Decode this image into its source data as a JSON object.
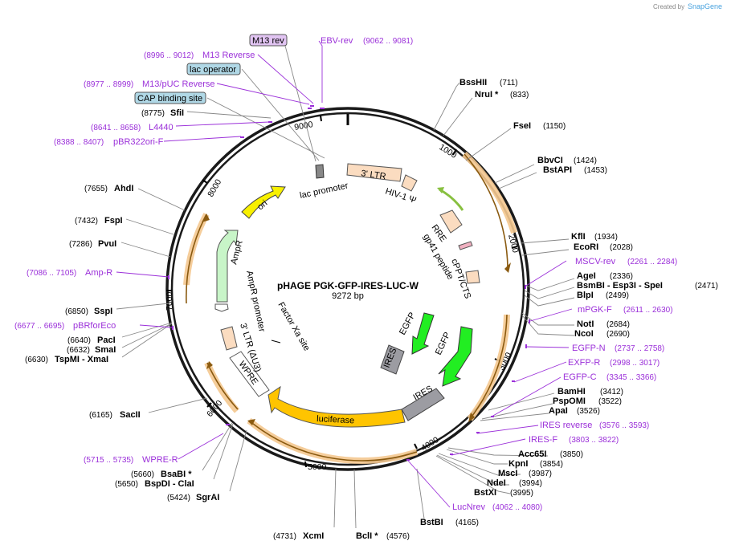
{
  "credit": {
    "prefix": "Created by",
    "brand": "SnapGene"
  },
  "plasmid": {
    "name": "pHAGE PGK-GFP-IRES-LUC-W",
    "size_label": "9272 bp"
  },
  "colors": {
    "backbone": "#1a1a1a",
    "primer": "#9b30d9",
    "feature_glow": "#f4c890"
  },
  "ticks": [
    "1000",
    "2000",
    "3000",
    "4000",
    "5000",
    "6000",
    "7000",
    "8000",
    "9000"
  ],
  "enzymes": [
    {
      "name": "BssHII",
      "pos": "(711)"
    },
    {
      "name": "NruI *",
      "pos": "(833)"
    },
    {
      "name": "FseI",
      "pos": "(1150)"
    },
    {
      "name": "BbvCI",
      "pos": "(1424)"
    },
    {
      "name": "BstAPI",
      "pos": "(1453)"
    },
    {
      "name": "KflI",
      "pos": "(1934)"
    },
    {
      "name": "EcoRI",
      "pos": "(2028)"
    },
    {
      "name": "AgeI",
      "pos": "(2336)"
    },
    {
      "name": "BsmBI  - Esp3I  - SpeI",
      "pos": "(2471)"
    },
    {
      "name": "BlpI",
      "pos": "(2499)"
    },
    {
      "name": "NotI",
      "pos": "(2684)"
    },
    {
      "name": "NcoI",
      "pos": "(2690)"
    },
    {
      "name": "BamHI",
      "pos": "(3412)"
    },
    {
      "name": "PspOMI",
      "pos": "(3522)"
    },
    {
      "name": "ApaI",
      "pos": "(3526)"
    },
    {
      "name": "Acc65I",
      "pos": "(3850)"
    },
    {
      "name": "KpnI",
      "pos": "(3854)"
    },
    {
      "name": "MscI",
      "pos": "(3987)"
    },
    {
      "name": "NdeI",
      "pos": "(3994)"
    },
    {
      "name": "BstXI",
      "pos": "(3995)"
    },
    {
      "name": "BstBI",
      "pos": "(4165)"
    },
    {
      "name": "BclI *",
      "pos": "(4576)"
    },
    {
      "name": "XcmI",
      "pos": "(4731)"
    },
    {
      "name": "SgrAI",
      "pos": "(5424)"
    },
    {
      "name": "BspDI  - ClaI",
      "pos": "(5650)"
    },
    {
      "name": "BsaBI *",
      "pos": "(5660)"
    },
    {
      "name": "SacII",
      "pos": "(6165)"
    },
    {
      "name": "TspMI  - XmaI",
      "pos": "(6630)"
    },
    {
      "name": "SmaI",
      "pos": "(6632)"
    },
    {
      "name": "PacI",
      "pos": "(6640)"
    },
    {
      "name": "SspI",
      "pos": "(6850)"
    },
    {
      "name": "PvuI",
      "pos": "(7286)"
    },
    {
      "name": "FspI",
      "pos": "(7432)"
    },
    {
      "name": "AhdI",
      "pos": "(7655)"
    },
    {
      "name": "SfiI",
      "pos": "(8775)"
    }
  ],
  "primers": [
    {
      "name": "EBV-rev",
      "pos": "(9062 .. 9081)"
    },
    {
      "name": "M13 Reverse",
      "pos": "(8996 .. 9012)"
    },
    {
      "name": "M13/pUC Reverse",
      "pos": "(8977 .. 8999)"
    },
    {
      "name": "L4440",
      "pos": "(8641 .. 8658)"
    },
    {
      "name": "pBR322ori-F",
      "pos": "(8388 .. 8407)"
    },
    {
      "name": "Amp-R",
      "pos": "(7086 .. 7105)"
    },
    {
      "name": "pBRforEco",
      "pos": "(6677 .. 6695)"
    },
    {
      "name": "WPRE-R",
      "pos": "(5715 .. 5735)"
    },
    {
      "name": "MSCV-rev",
      "pos": "(2261 .. 2284)"
    },
    {
      "name": "mPGK-F",
      "pos": "(2611 .. 2630)"
    },
    {
      "name": "EGFP-N",
      "pos": "(2737 .. 2758)"
    },
    {
      "name": "EXFP-R",
      "pos": "(2998 .. 3017)"
    },
    {
      "name": "EGFP-C",
      "pos": "(3345 .. 3366)"
    },
    {
      "name": "IRES reverse",
      "pos": "(3576 .. 3593)"
    },
    {
      "name": "IRES-F",
      "pos": "(3803 .. 3822)"
    },
    {
      "name": "LucNrev",
      "pos": "(4062 .. 4080)"
    }
  ],
  "boxed_features": [
    "M13 rev",
    "lac operator",
    "CAP binding site"
  ],
  "features": [
    "3' LTR",
    "HIV-1 Ψ",
    "RRE",
    "gp41 peptide",
    "cPPT/CTS",
    "lac promoter",
    "ori",
    "AmpR",
    "AmpR promoter",
    "Factor Xa site",
    "3' LTR (ΔU3)",
    "WPRE",
    "luciferase",
    "IRES",
    "EGFP",
    "EGFP",
    "IRES"
  ]
}
